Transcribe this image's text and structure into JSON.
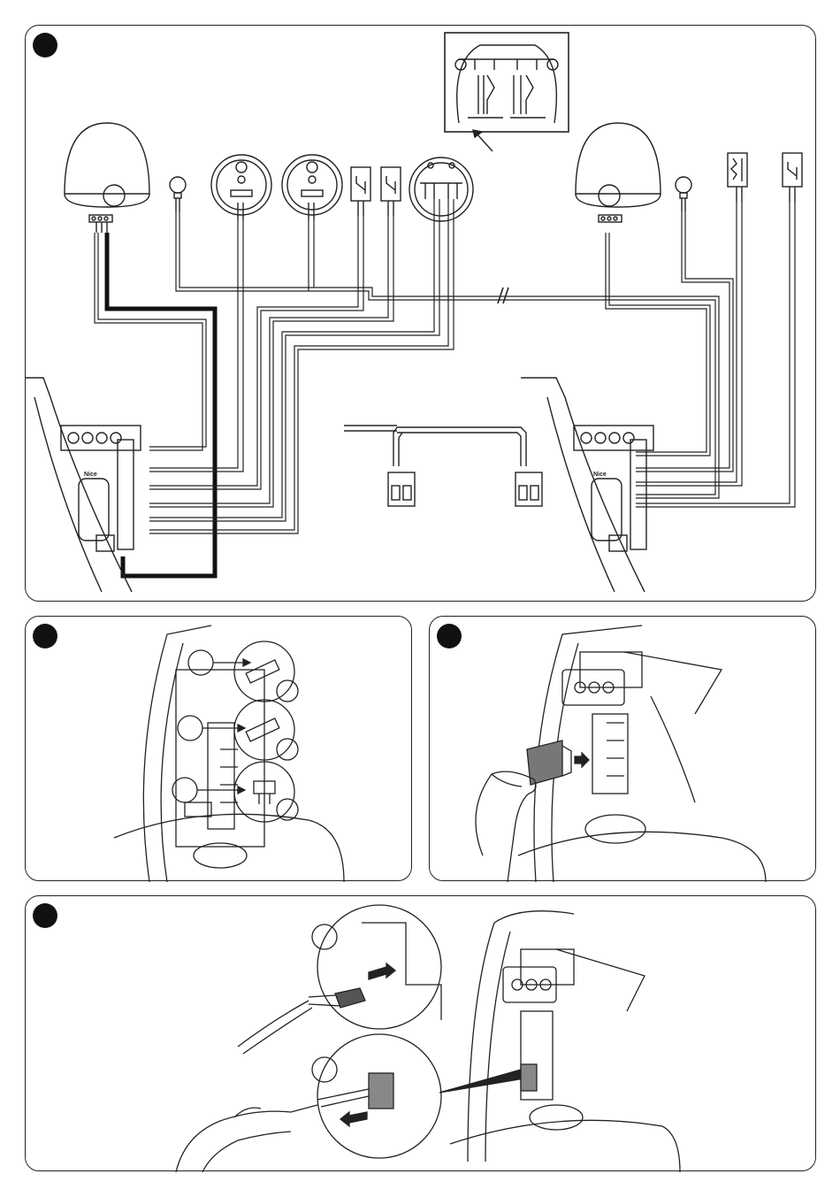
{
  "panels": [
    {
      "id": "wiring"
    },
    {
      "id": "fuses"
    },
    {
      "id": "battery"
    },
    {
      "id": "connector"
    }
  ],
  "brand": {
    "logo_text": "Nice"
  }
}
